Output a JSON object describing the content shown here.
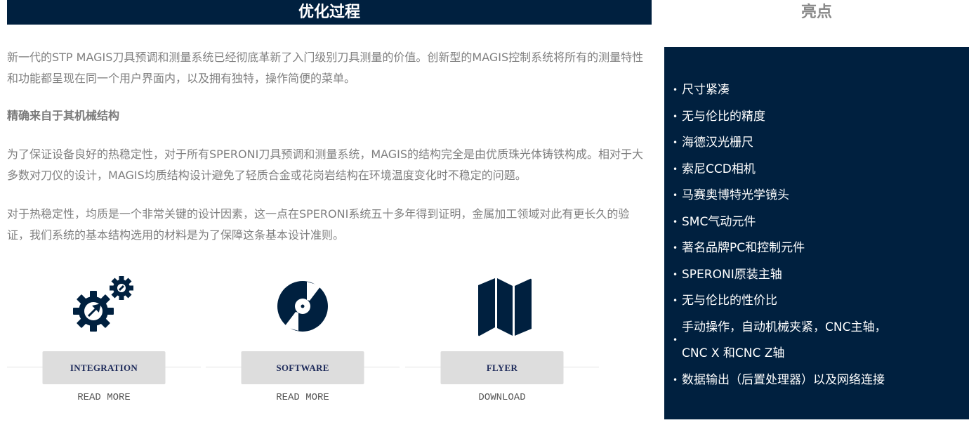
{
  "left": {
    "title": "优化过程",
    "paragraph1": "新一代的STP MAGIS刀具预调和测量系统已经彻底革新了入门级别刀具测量的价值。创新型的MAGIS控制系统将所有的测量特性和功能都呈现在同一个用户界面内，以及拥有独特，操作简便的菜单。",
    "subheading": "精确来自于其机械结构",
    "paragraph2": "为了保证设备良好的热稳定性，对于所有SPERONI刀具预调和测量系统，MAGIS的结构完全是由优质珠光体铸铁构成。相对于大多数对刀仪的设计，MAGIS均质结构设计避免了轻质合金或花岗岩结构在环境温度变化时不稳定的问题。",
    "paragraph3": "对于热稳定性，均质是一个非常关键的设计因素，这一点在SPERONI系统五十多年得到证明，金属加工领域对此有更长久的验证，我们系统的基本结构选用的材料是为了保障这条基本设计准则。"
  },
  "features": [
    {
      "icon": "gears-icon",
      "button": "INTEGRATION",
      "link": "READ MORE"
    },
    {
      "icon": "vinyl-disc-icon",
      "button": "SOFTWARE",
      "link": "READ MORE"
    },
    {
      "icon": "folded-map-icon",
      "button": "FLYER",
      "link": "DOWNLOAD"
    }
  ],
  "highlights": {
    "title": "亮点",
    "items": [
      "尺寸紧凑",
      "无与伦比的精度",
      "海德汉光栅尺",
      "索尼CCD相机",
      "马赛奥博特光学镜头",
      "SMC气动元件",
      "著名品牌PC和控制元件",
      "SPERONI原装主轴",
      "无与伦比的性价比",
      "手动操作，自动机械夹紧，CNC主轴，",
      "CNC X 和CNC Z轴",
      "数据输出（后置处理器）以及网络连接"
    ],
    "bullet": "•"
  },
  "colors": {
    "navy": "#00203f",
    "text_gray": "#808080",
    "button_bg": "#dddddd"
  }
}
